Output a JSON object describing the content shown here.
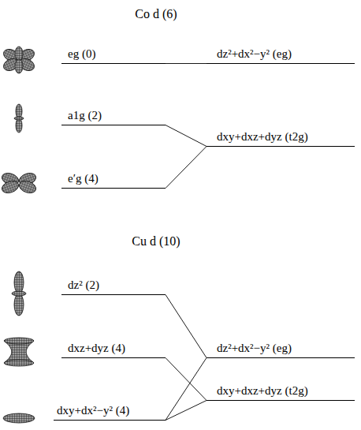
{
  "diagram": {
    "nodes": [
      {
        "text": [
          "eg (0)"
        ]
      },
      {
        "text": [
          "a1g (2)"
        ]
      },
      {
        "text": [
          "e′g (4)"
        ]
      },
      {
        "text": [
          "dz²+dx²−y² (eg)"
        ]
      },
      {
        "text": [
          "dxy+dxz+dyz (t2g)"
        ]
      },
      {
        "text": [
          "dz² (2)"
        ]
      },
      {
        "text": [
          "dxz+dyz (4)"
        ]
      },
      {
        "text": [
          "dxy+dx²−y² (4)"
        ]
      },
      {
        "text": [
          "dz²+dx²−y² (eg)"
        ]
      },
      {
        "text": [
          "dxy+dxz+dyz (t2g)"
        ]
      }
    ],
    "edges": [
      {
        "from": 0,
        "to": 3,
        "arrow": "none"
      },
      {
        "from": 1,
        "to": 4,
        "arrow": "none"
      },
      {
        "from": 2,
        "to": 4,
        "arrow": "none"
      },
      {
        "from": 5,
        "to": 8,
        "arrow": "none"
      },
      {
        "from": 6,
        "to": 9,
        "arrow": "none"
      },
      {
        "from": 7,
        "to": 8,
        "arrow": "none"
      },
      {
        "from": 7,
        "to": 9,
        "arrow": "none"
      }
    ],
    "labels": [
      "Co d (6)",
      "Cu d (10)"
    ]
  }
}
